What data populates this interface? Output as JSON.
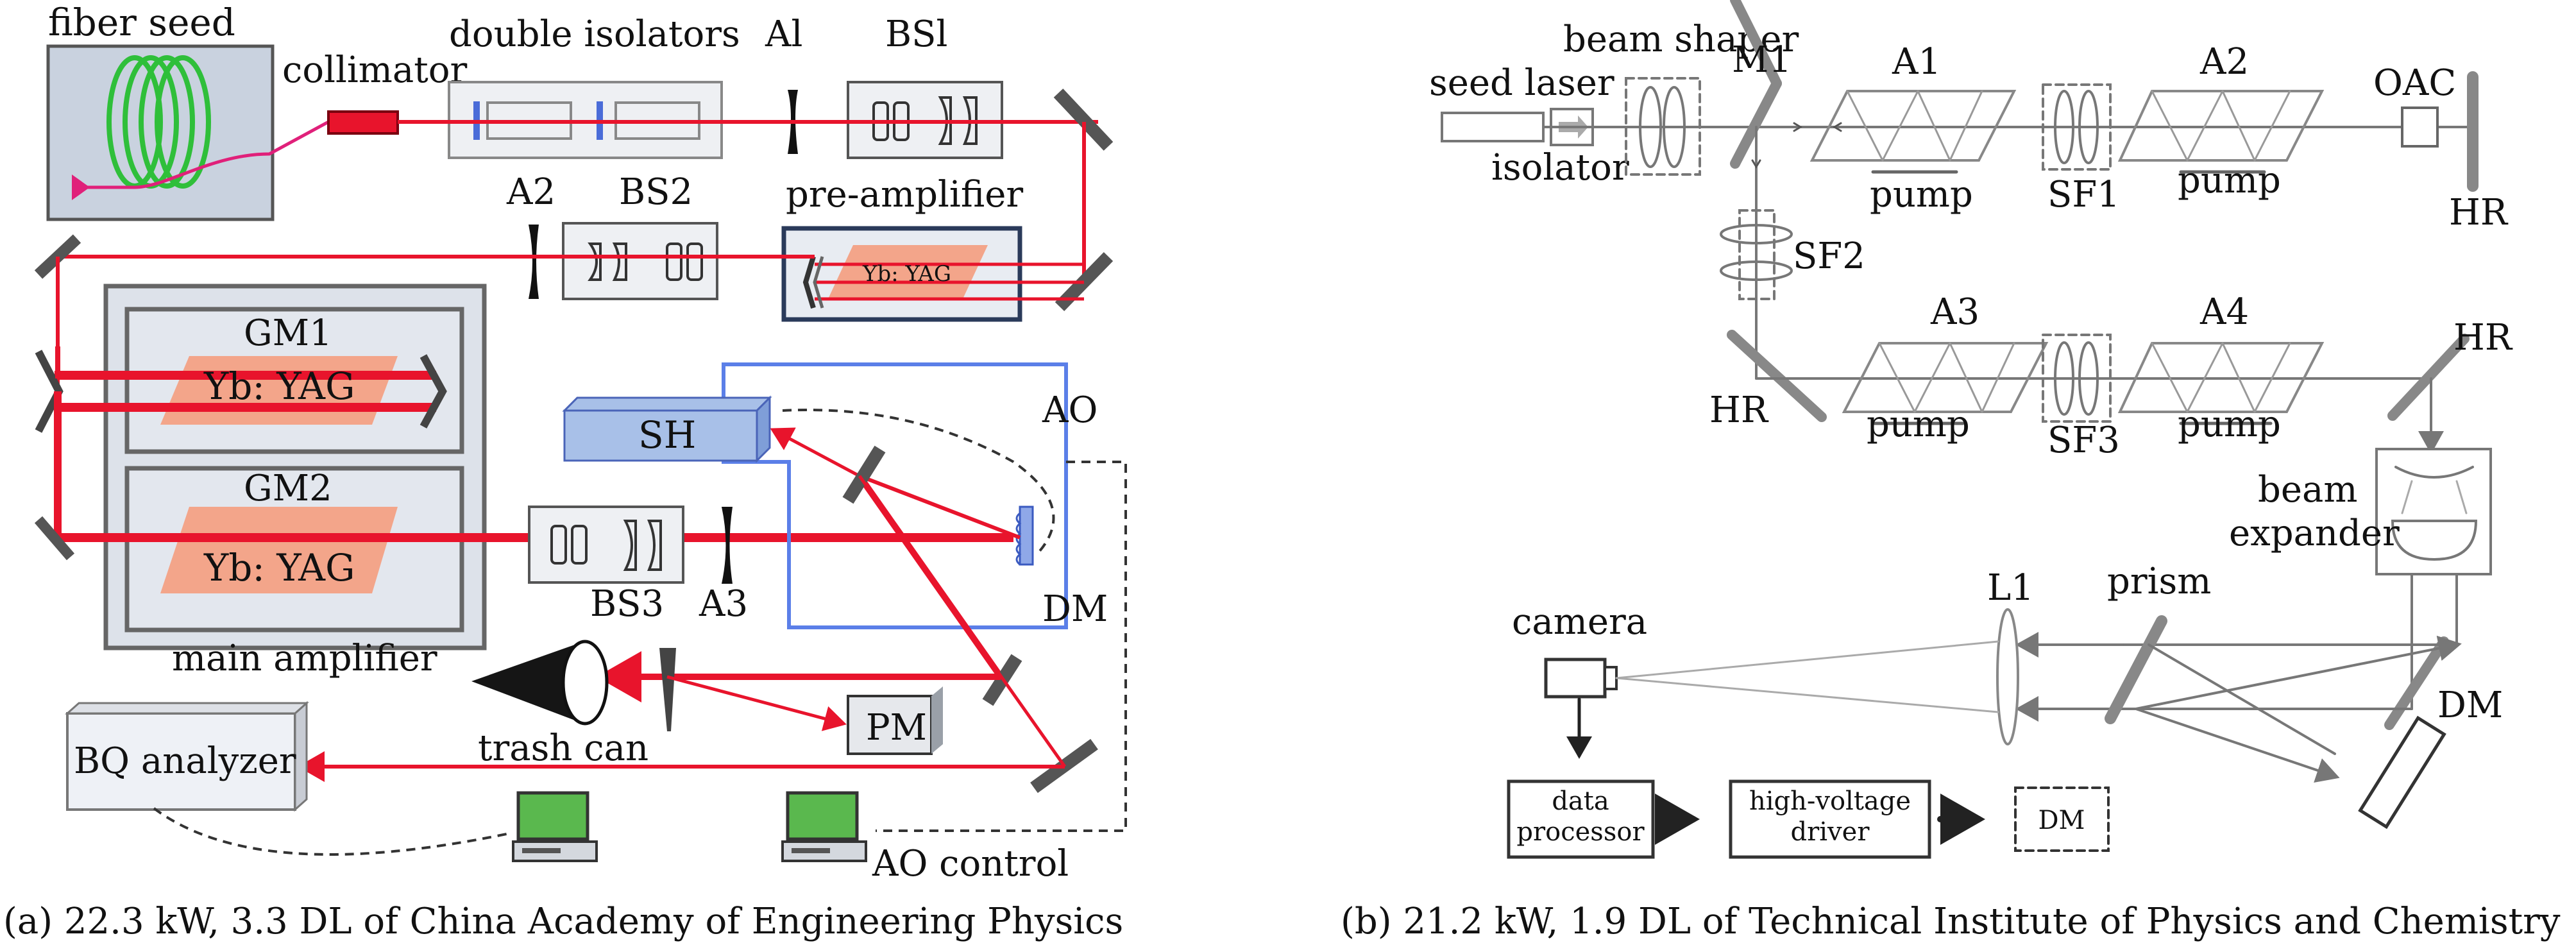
{
  "colors": {
    "beam": "#e8142c",
    "beam_dark": "#b01020",
    "blue": "#5b7fe8",
    "salmon": "#f3a58a",
    "mirror": "#555555",
    "gray_line": "#888888",
    "box_fill": "#eef0f3"
  },
  "panel_a": {
    "fiber_seed": "fiber seed",
    "collimator": "collimator",
    "double_isolators": "double isolators",
    "a1": "Al",
    "bs1": "BSl",
    "a2": "A2",
    "bs2": "BS2",
    "pre_amplifier": "pre-amplifier",
    "yb_yag_pre": "Yb: YAG",
    "gm1": "GM1",
    "yb_yag_gm1": "Yb: YAG",
    "gm2": "GM2",
    "yb_yag_gm2": "Yb: YAG",
    "main_amplifier": "main amplifier",
    "sh": "SH",
    "ao": "AO",
    "dm": "DM",
    "bs3": "BS3",
    "a3": "A3",
    "trash_can": "trash can",
    "pm": "PM",
    "bq_analyzer": "BQ analyzer",
    "ao_control": "AO control",
    "caption": "(a) 22.3 kW, 3.3 DL  of China Academy of Engineering Physics"
  },
  "panel_b": {
    "seed_laser": "seed laser",
    "isolator": "isolator",
    "beam_shaper": "beam shaper",
    "m1": "M1",
    "a1": "A1",
    "pump1": "pump",
    "sf1": "SF1",
    "a2": "A2",
    "pump2": "pump",
    "oac": "OAC",
    "hr_right": "HR",
    "sf2": "SF2",
    "a3": "A3",
    "pump3": "pump",
    "sf3": "SF3",
    "a4": "A4",
    "pump4": "pump",
    "hr_left": "HR",
    "hr_corner": "HR",
    "beam_label": "beam",
    "expander_label": "expander",
    "camera": "camera",
    "l1": "L1",
    "prism": "prism",
    "dm": "DM",
    "data_line1": "data",
    "data_line2": "processor",
    "hv_line1": "high-voltage",
    "hv_line2": "driver",
    "dm_box": "DM",
    "caption": "(b) 21.2 kW, 1.9 DL of Technical Institute of Physics and Chemistry"
  }
}
